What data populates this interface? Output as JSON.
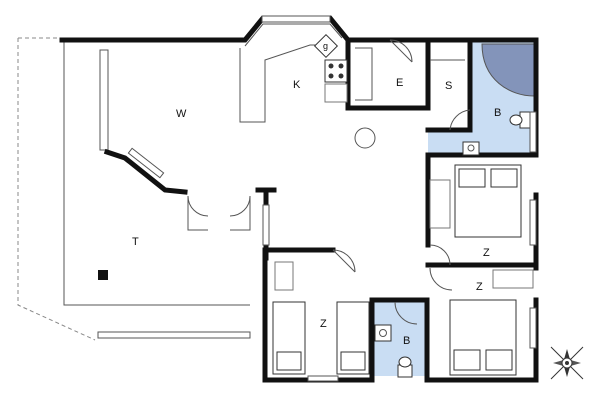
{
  "floorplan": {
    "rooms": {
      "w": "W",
      "k": "K",
      "e": "E",
      "s": "S",
      "b_top": "B",
      "t": "T",
      "z_mid": "Z",
      "z_right": "Z",
      "z_bottom": "Z",
      "b_bottom": "B",
      "g": "g"
    },
    "colors": {
      "wall": "#111111",
      "bathroom_fill": "#c9ddf3",
      "shower_fill": "#8394ba",
      "fixture": "#777777"
    },
    "icons": [
      "compass-icon",
      "stove-icon",
      "toilet-icon",
      "sink-icon",
      "bed-icon",
      "door-swing-icon"
    ]
  }
}
